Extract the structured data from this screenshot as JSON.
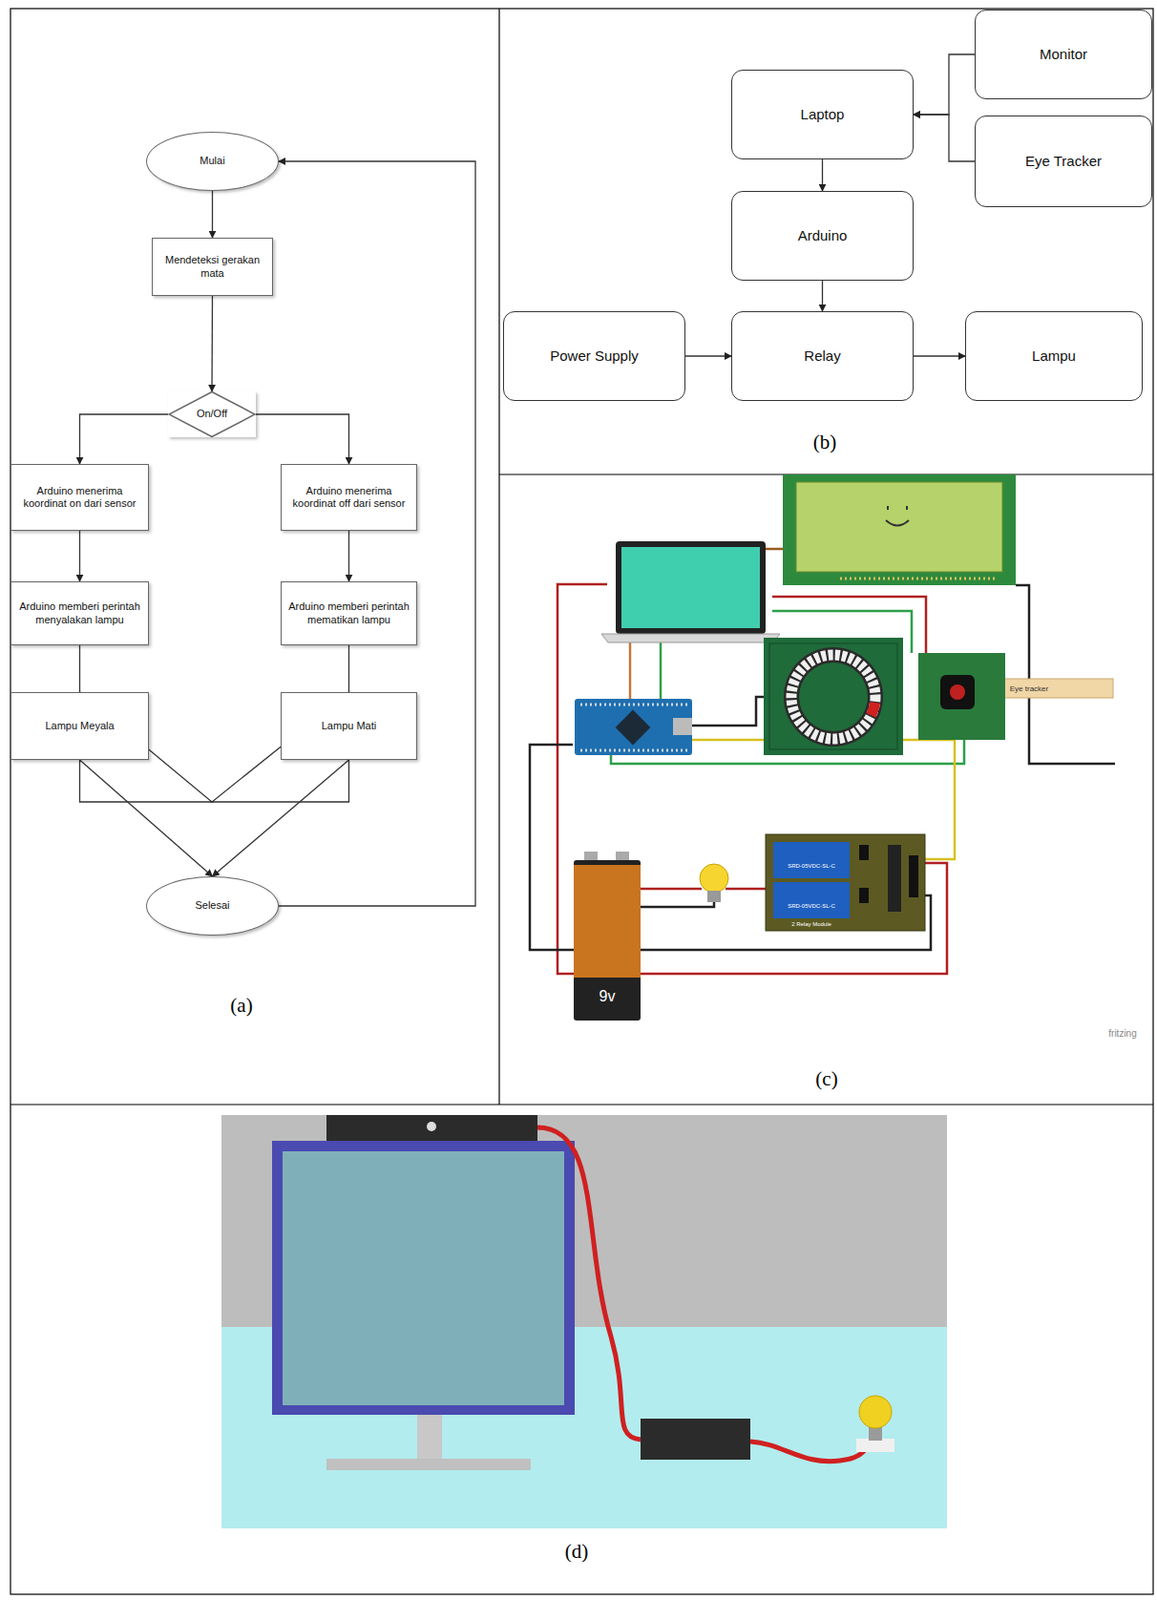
{
  "diagram": {
    "nodes": [
      {
        "text": [
          "Mulai"
        ]
      },
      {
        "text": [
          "Mendeteksi gerakan mata"
        ]
      },
      {
        "text": [
          "On/Off"
        ]
      },
      {
        "text": [
          "Arduino menerima koordinat on dari sensor"
        ]
      },
      {
        "text": [
          "Arduino menerima koordinat off dari sensor"
        ]
      },
      {
        "text": [
          "Arduino memberi perintah menyalakan lampu"
        ]
      },
      {
        "text": [
          "Arduino memberi perintah mematikan lampu"
        ]
      },
      {
        "text": [
          "Lampu Meyala"
        ]
      },
      {
        "text": [
          "Lampu Mati"
        ]
      },
      {
        "text": [
          "Selesai"
        ]
      },
      {
        "text": [
          "Monitor"
        ]
      },
      {
        "text": [
          "Laptop"
        ]
      },
      {
        "text": [
          "Eye Tracker"
        ]
      },
      {
        "text": [
          "Arduino"
        ]
      },
      {
        "text": [
          "Power Supply"
        ]
      },
      {
        "text": [
          "Relay"
        ]
      },
      {
        "text": [
          "Lampu"
        ]
      }
    ],
    "edges": [
      {
        "from": 0,
        "to": 1,
        "arrow": "to"
      },
      {
        "from": 1,
        "to": 2,
        "arrow": "to"
      },
      {
        "from": 2,
        "to": 3,
        "arrow": "to"
      },
      {
        "from": 2,
        "to": 4,
        "arrow": "to"
      },
      {
        "from": 3,
        "to": 5,
        "arrow": "to"
      },
      {
        "from": 4,
        "to": 6,
        "arrow": "to"
      },
      {
        "from": 5,
        "to": 7,
        "arrow": "to"
      },
      {
        "from": 6,
        "to": 8,
        "arrow": "to"
      },
      {
        "from": 7,
        "to": 9,
        "arrow": "to"
      },
      {
        "from": 8,
        "to": 9,
        "arrow": "to"
      },
      {
        "from": 9,
        "to": 0,
        "arrow": "to"
      },
      {
        "from": 10,
        "to": 11,
        "arrow": "to"
      },
      {
        "from": 12,
        "to": 11,
        "arrow": "to"
      },
      {
        "from": 11,
        "to": 13,
        "arrow": "to"
      },
      {
        "from": 13,
        "to": 15,
        "arrow": "to"
      },
      {
        "from": 14,
        "to": 15,
        "arrow": "to"
      },
      {
        "from": 15,
        "to": 16,
        "arrow": "to"
      }
    ],
    "labels": [
      "(a)",
      "(b)",
      "(c)",
      "(d)",
      "fritzing",
      "Eye tracker",
      "9v",
      "SRD-05VDC-SL-C",
      "SRD-05VDC-SL-C",
      "2 Relay Module"
    ]
  }
}
